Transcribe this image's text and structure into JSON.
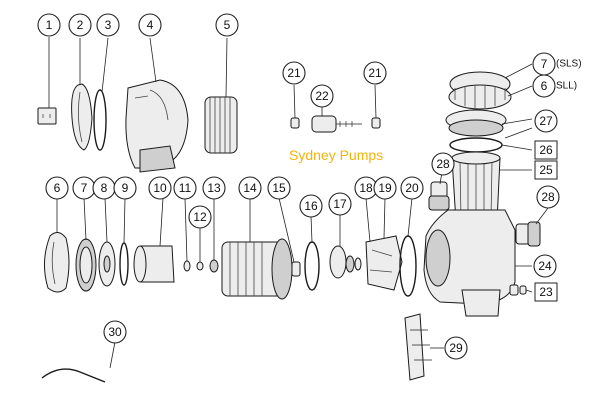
{
  "watermark": "Sydney Pumps",
  "callouts": [
    {
      "id": "c1",
      "label": "1"
    },
    {
      "id": "c2",
      "label": "2"
    },
    {
      "id": "c3",
      "label": "3"
    },
    {
      "id": "c4",
      "label": "4"
    },
    {
      "id": "c5",
      "label": "5"
    },
    {
      "id": "c21a",
      "label": "21"
    },
    {
      "id": "c21b",
      "label": "21"
    },
    {
      "id": "c22",
      "label": "22"
    },
    {
      "id": "c7top",
      "label": "7",
      "suffix": "(SLS)"
    },
    {
      "id": "c6top",
      "label": "6",
      "suffix": "SLL)"
    },
    {
      "id": "c27",
      "label": "27"
    },
    {
      "id": "c26",
      "label": "26"
    },
    {
      "id": "c25",
      "label": "25"
    },
    {
      "id": "c28a",
      "label": "28"
    },
    {
      "id": "c28b",
      "label": "28"
    },
    {
      "id": "c6",
      "label": "6"
    },
    {
      "id": "c7",
      "label": "7"
    },
    {
      "id": "c8",
      "label": "8"
    },
    {
      "id": "c9",
      "label": "9"
    },
    {
      "id": "c10",
      "label": "10"
    },
    {
      "id": "c11",
      "label": "11"
    },
    {
      "id": "c12",
      "label": "12"
    },
    {
      "id": "c13",
      "label": "13"
    },
    {
      "id": "c14",
      "label": "14"
    },
    {
      "id": "c15",
      "label": "15"
    },
    {
      "id": "c16",
      "label": "16"
    },
    {
      "id": "c17",
      "label": "17"
    },
    {
      "id": "c18",
      "label": "18"
    },
    {
      "id": "c19",
      "label": "19"
    },
    {
      "id": "c20",
      "label": "20"
    },
    {
      "id": "c24",
      "label": "24"
    },
    {
      "id": "c23",
      "label": "23"
    },
    {
      "id": "c29",
      "label": "29"
    },
    {
      "id": "c30",
      "label": "30"
    }
  ]
}
